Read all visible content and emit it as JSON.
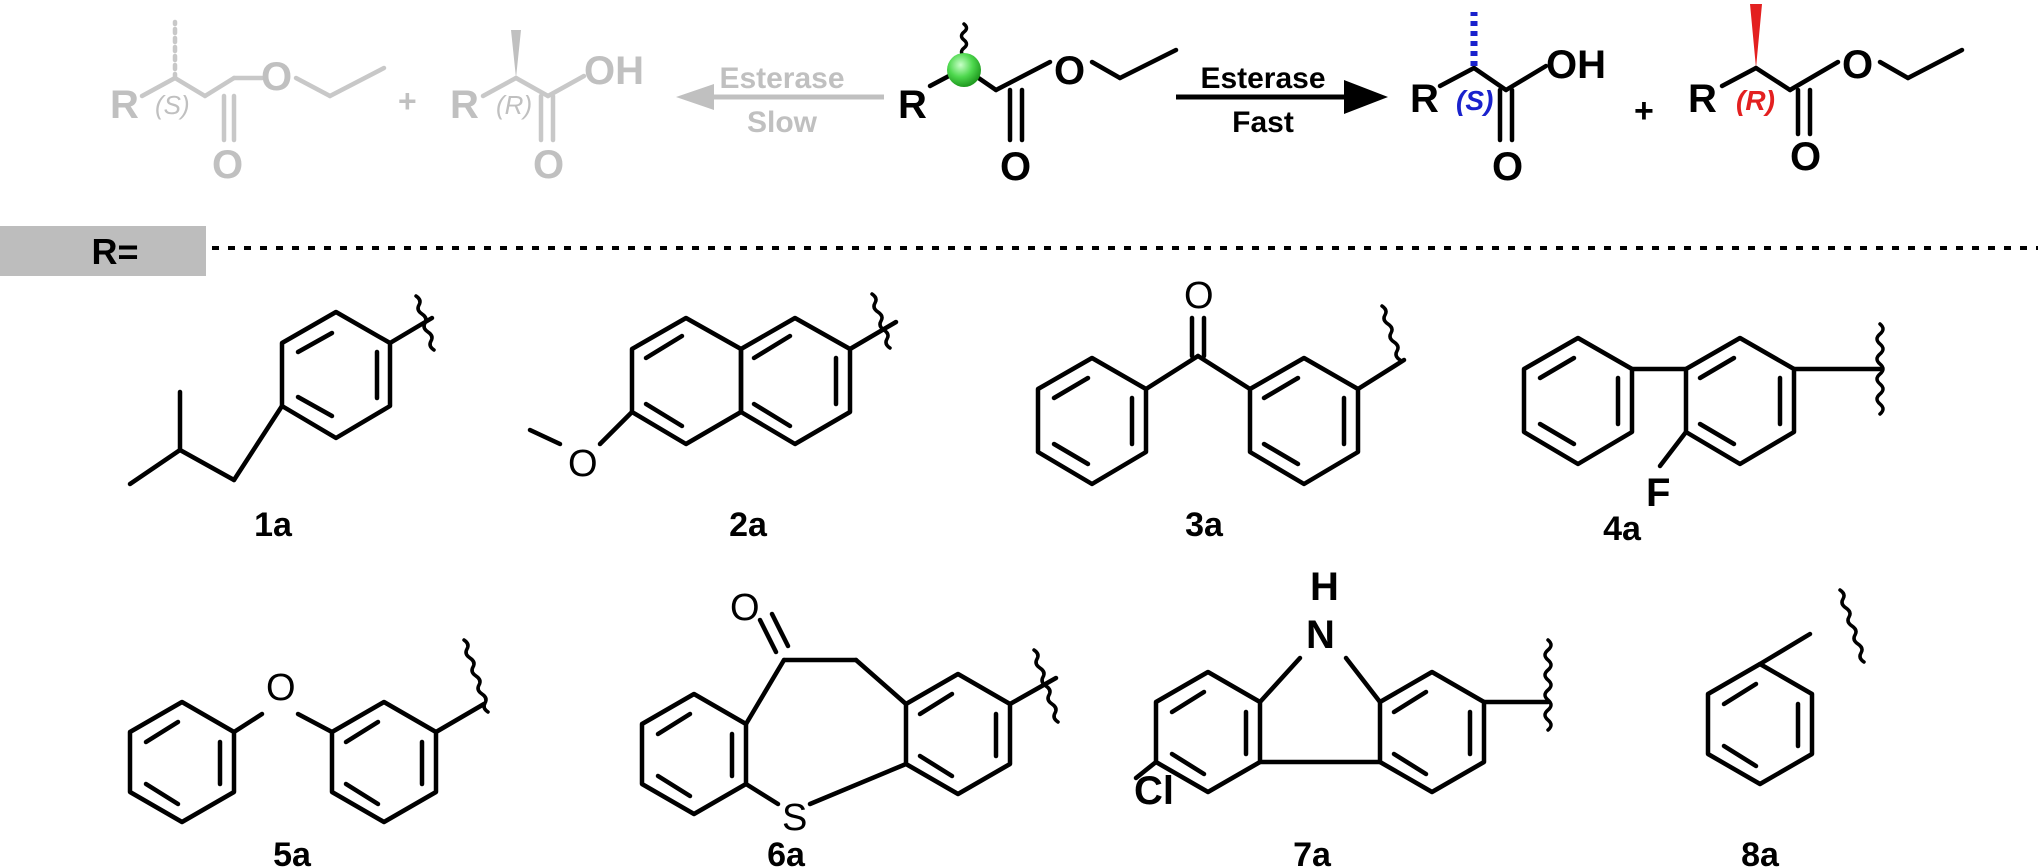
{
  "scheme": {
    "arrow_fast": {
      "top": "Esterase",
      "bottom": "Fast"
    },
    "arrow_slow": {
      "top": "Esterase",
      "bottom": "Slow"
    },
    "labels": {
      "R": "R",
      "O": "O",
      "OH": "OH",
      "S": "S",
      "R_stereo": "R",
      "plus": "+"
    }
  },
  "r_bar": {
    "label": "R="
  },
  "compounds": [
    {
      "id": "1a"
    },
    {
      "id": "2a"
    },
    {
      "id": "3a"
    },
    {
      "id": "4a"
    },
    {
      "id": "5a"
    },
    {
      "id": "6a"
    },
    {
      "id": "7a"
    },
    {
      "id": "8a"
    }
  ],
  "atoms": {
    "O": "O",
    "F": "F",
    "S": "S",
    "H": "H",
    "N": "N",
    "Cl": "Cl"
  },
  "colors": {
    "ink": "#000000",
    "faded": "#c0c0c0",
    "stereo_s": "#1a22cc",
    "stereo_r": "#e32020",
    "stereo_dot": "#4ed84e",
    "r_bar_bg": "#bdbdbd"
  }
}
